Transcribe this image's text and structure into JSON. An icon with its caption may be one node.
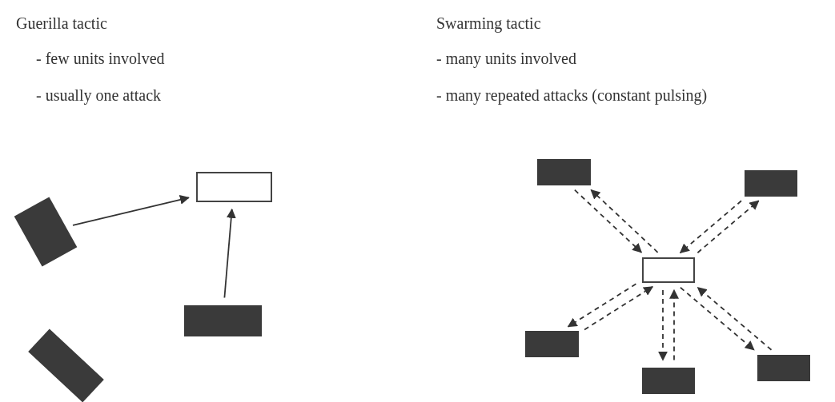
{
  "diagram": {
    "nodes": [
      {
        "text": [],
        "shape": "box"
      },
      {
        "text": [],
        "shape": "box"
      },
      {
        "text": [],
        "shape": "box"
      },
      {
        "text": [],
        "shape": "box"
      },
      {
        "text": [],
        "shape": "box"
      },
      {
        "text": [],
        "shape": "box"
      },
      {
        "text": [],
        "shape": "box"
      },
      {
        "text": [],
        "shape": "box"
      },
      {
        "text": [],
        "shape": "box"
      },
      {
        "text": [],
        "shape": "box"
      }
    ],
    "edges": [
      {
        "from": 1,
        "to": 0,
        "arrow": "to"
      },
      {
        "from": 2,
        "to": 0,
        "arrow": "to"
      },
      {
        "from": 6,
        "to": 4,
        "arrow": "to",
        "style": "dashed"
      },
      {
        "from": 4,
        "to": 6,
        "arrow": "to",
        "style": "dashed"
      },
      {
        "from": 6,
        "to": 5,
        "arrow": "to",
        "style": "dashed"
      },
      {
        "from": 5,
        "to": 6,
        "arrow": "to",
        "style": "dashed"
      },
      {
        "from": 6,
        "to": 7,
        "arrow": "to",
        "style": "dashed"
      },
      {
        "from": 7,
        "to": 6,
        "arrow": "to",
        "style": "dashed"
      },
      {
        "from": 6,
        "to": 9,
        "arrow": "to",
        "style": "dashed"
      },
      {
        "from": 9,
        "to": 6,
        "arrow": "to",
        "style": "dashed"
      },
      {
        "from": 6,
        "to": 8,
        "arrow": "to",
        "style": "dashed"
      },
      {
        "from": 8,
        "to": 6,
        "arrow": "to",
        "style": "dashed"
      }
    ],
    "labels": [
      "Guerilla tactic",
      "- few units involved",
      "- usually one attack",
      "Swarming tactic",
      "- many units involved",
      "- many repeated attacks (constant pulsing)"
    ]
  }
}
